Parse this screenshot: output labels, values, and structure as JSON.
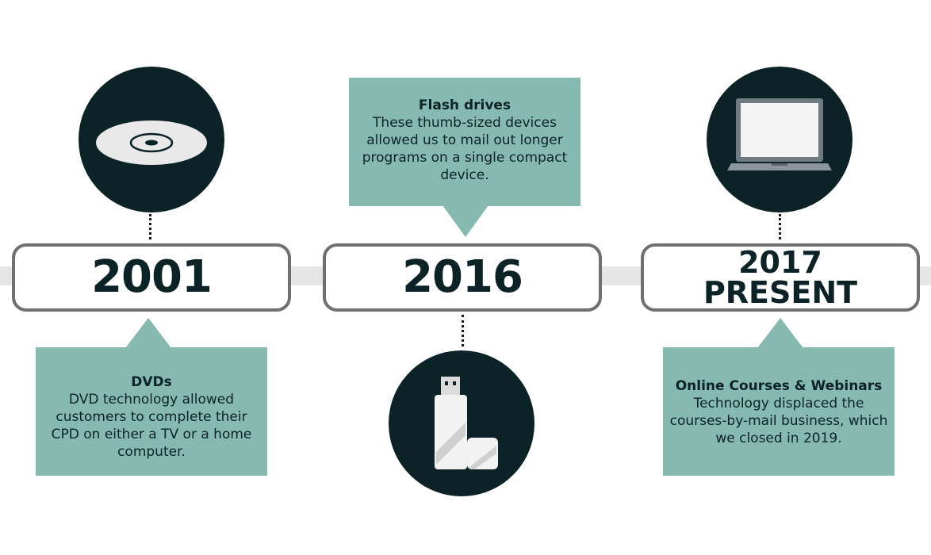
{
  "milestones": [
    {
      "year": "2001",
      "card_title": "DVDs",
      "card_text": "DVD technology allowed customers to complete their CPD on either a TV or a home computer.",
      "icon": "dvd-disc-icon"
    },
    {
      "year": "2016",
      "card_title": "Flash drives",
      "card_text": "These thumb-sized devices allowed us to mail out longer programs on a single compact device.",
      "icon": "usb-flash-drive-icon"
    },
    {
      "year_line1": "2017",
      "year_line2": "PRESENT",
      "card_title": "Online Courses & Webinars",
      "card_text": "Technology displaced the courses-by-mail business, which we closed in 2019.",
      "icon": "laptop-icon"
    }
  ],
  "colors": {
    "dark": "#0b2226",
    "card": "#86b9b0",
    "border": "#707070",
    "bar": "#e6e6e6"
  }
}
